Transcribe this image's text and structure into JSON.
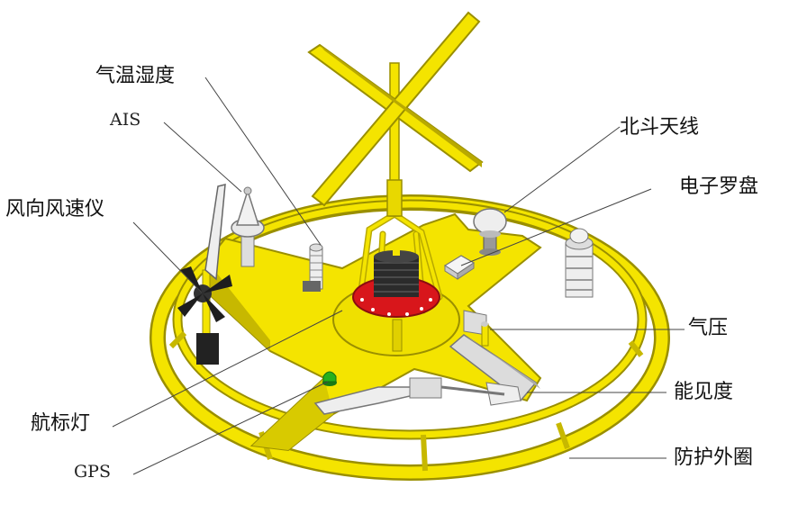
{
  "labels": {
    "temp_humidity": "气温湿度",
    "ais": "AIS",
    "wind_sensor": "风向风速仪",
    "beidou_antenna": "北斗天线",
    "electronic_compass": "电子罗盘",
    "air_pressure": "气压",
    "visibility": "能见度",
    "navigation_light": "航标灯",
    "gps": "GPS",
    "protective_ring": "防护外圈"
  },
  "colors": {
    "frame_yellow": "#f4e400",
    "frame_edge": "#9a8f00",
    "ring_shadow": "#c7b800",
    "light_red": "#d8161b",
    "lens_dark": "#2b2b2b",
    "sensor_white": "#eeeeee",
    "sensor_gray": "#9a9a9a",
    "gps_green": "#27b01d",
    "leader_line": "#444444"
  },
  "icons": {
    "wind_sensor": "propeller-vane-icon",
    "light": "navigation-beacon-icon",
    "antenna": "x-antenna-icon"
  }
}
